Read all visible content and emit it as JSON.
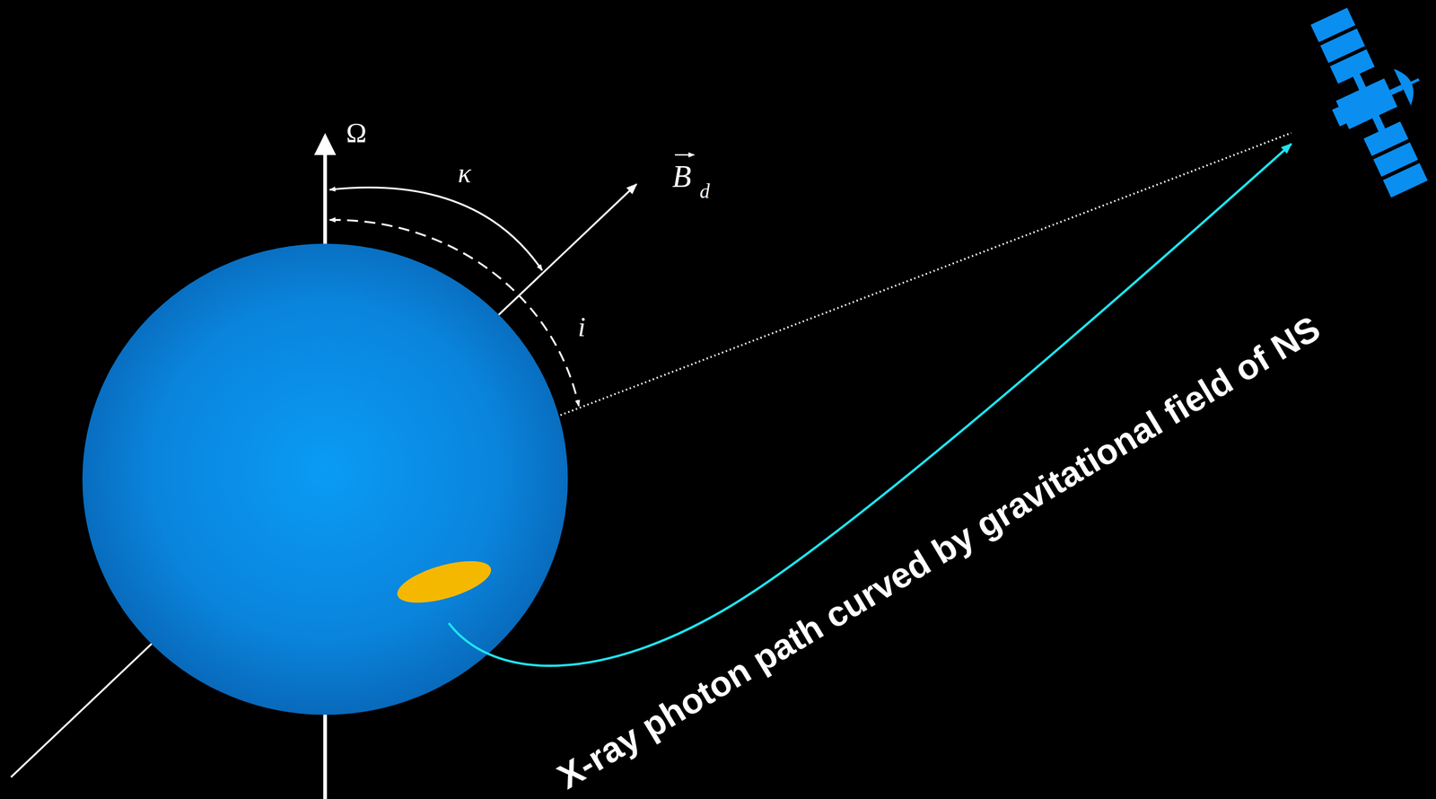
{
  "diagram": {
    "labels": [
      "Ω",
      "κ",
      "i",
      "B",
      "d",
      "X-ray photon path curved by gravitational field of NS"
    ]
  }
}
